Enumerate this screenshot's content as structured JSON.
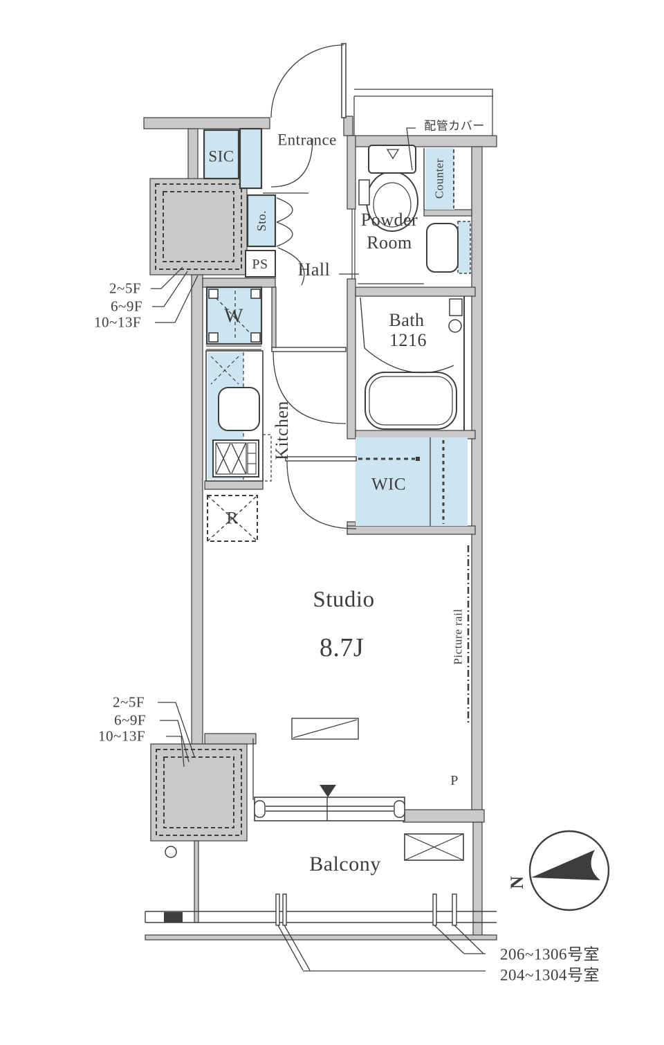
{
  "colors": {
    "wall_gray": "#c9c9c9",
    "fixture_blue": "#cde4f1",
    "line_dark": "#3d3d3d",
    "background": "#ffffff"
  },
  "labels": {
    "entrance": "Entrance",
    "sic": "SIC",
    "storage": "Sto.",
    "pipe_space": "PS",
    "pipe_cover": "配管カバー",
    "powder_room_line1": "Powder",
    "powder_room_line2": "Room",
    "counter": "Counter",
    "hall": "Hall",
    "bath": "Bath",
    "bath_size": "1216",
    "washer": "W",
    "kitchen": "Kitchen",
    "wic": "WIC",
    "fridge": "R",
    "studio": "Studio",
    "studio_size": "8.7J",
    "picture_rail": "Picture rail",
    "p_space": "P",
    "balcony": "Balcony"
  },
  "compass": {
    "north": "N"
  },
  "floor_labels": [
    "2~5F",
    "6~9F",
    "10~13F"
  ],
  "room_labels": [
    "206~1306号室",
    "204~1304号室"
  ]
}
